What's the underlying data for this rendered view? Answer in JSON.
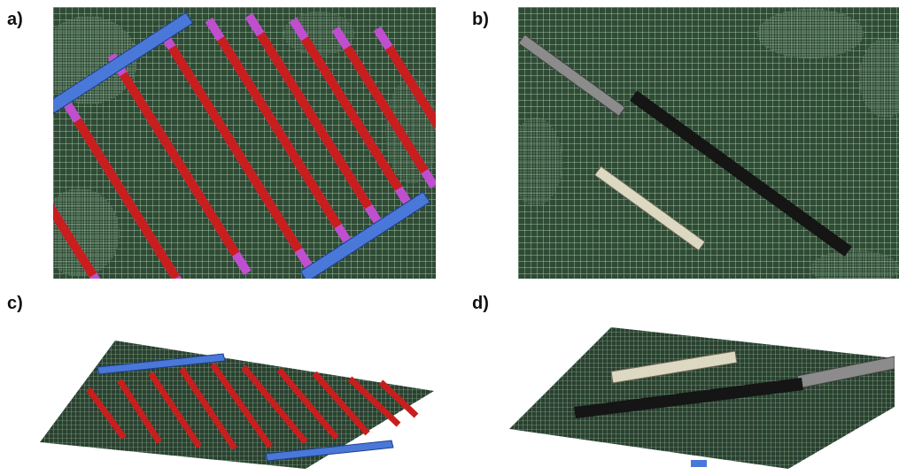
{
  "panels": [
    {
      "id": "a",
      "label": "a)"
    },
    {
      "id": "b",
      "label": "b)"
    },
    {
      "id": "c",
      "label": "c)"
    },
    {
      "id": "d",
      "label": "d)"
    }
  ],
  "colors": {
    "mesh_fill": "#2f4a35",
    "mesh_line": "#bfe8c2",
    "dense_mesh": "#1a2a1e",
    "red_rows": "#c81e1e",
    "magenta_ends": "#c04fd0",
    "blue_frame": "#4a78d8",
    "black_bar": "#151515",
    "gray_bar": "#8c8c8c",
    "cream_bar": "#ddd8c2"
  }
}
